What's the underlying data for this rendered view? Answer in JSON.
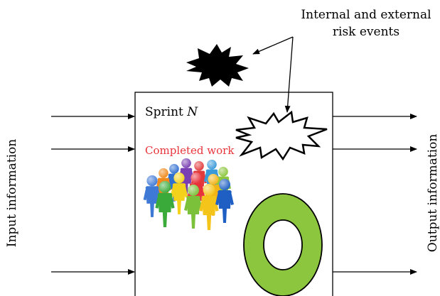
{
  "labels": {
    "risk_events_line1": "Internal and external",
    "risk_events_line2": "risk events",
    "sprint_prefix": "Sprint ",
    "sprint_var": "N",
    "completed_work": "Completed work",
    "input_information": "Input information",
    "output_information": "Output information"
  },
  "colors": {
    "stroke": "#000000",
    "completed_work_text": "#e8343a",
    "ring_fill": "#8cc63f",
    "explosion_filled": "#000000",
    "explosion_outline_fill": "#ffffff"
  },
  "icons": {
    "team": "people-group-icon",
    "ring": "green-ring-icon",
    "risk_filled": "black-explosion-icon",
    "risk_outline": "outline-explosion-icon"
  }
}
